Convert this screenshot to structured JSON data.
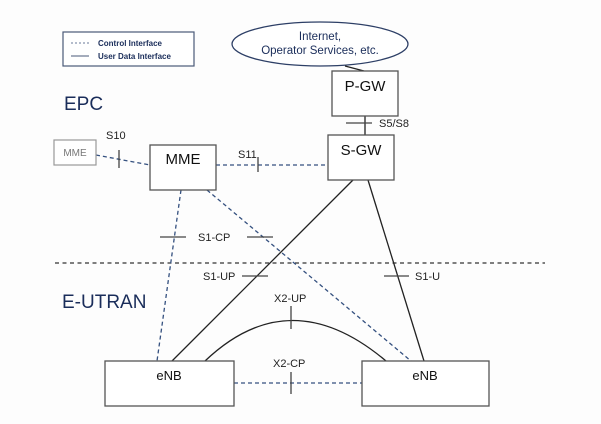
{
  "legend": {
    "control": "Control Interface",
    "user": "User Data Interface"
  },
  "domains": {
    "epc": "EPC",
    "eutran": "E-UTRAN"
  },
  "cloud": {
    "line1": "Internet,",
    "line2": "Operator Services, etc."
  },
  "nodes": {
    "pgw": "P-GW",
    "sgw": "S-GW",
    "mme": "MME",
    "mme_peer": "MME",
    "enb_left": "eNB",
    "enb_right": "eNB"
  },
  "interfaces": {
    "s5s8": "S5/S8",
    "s10": "S10",
    "s11": "S11",
    "s1cp": "S1-CP",
    "s1up": "S1-UP",
    "s1u": "S1-U",
    "x2up": "X2-UP",
    "x2cp": "X2-CP"
  },
  "colors": {
    "control_line": "#34507f",
    "user_line": "#222222",
    "domain_text": "#1a2d5a"
  }
}
